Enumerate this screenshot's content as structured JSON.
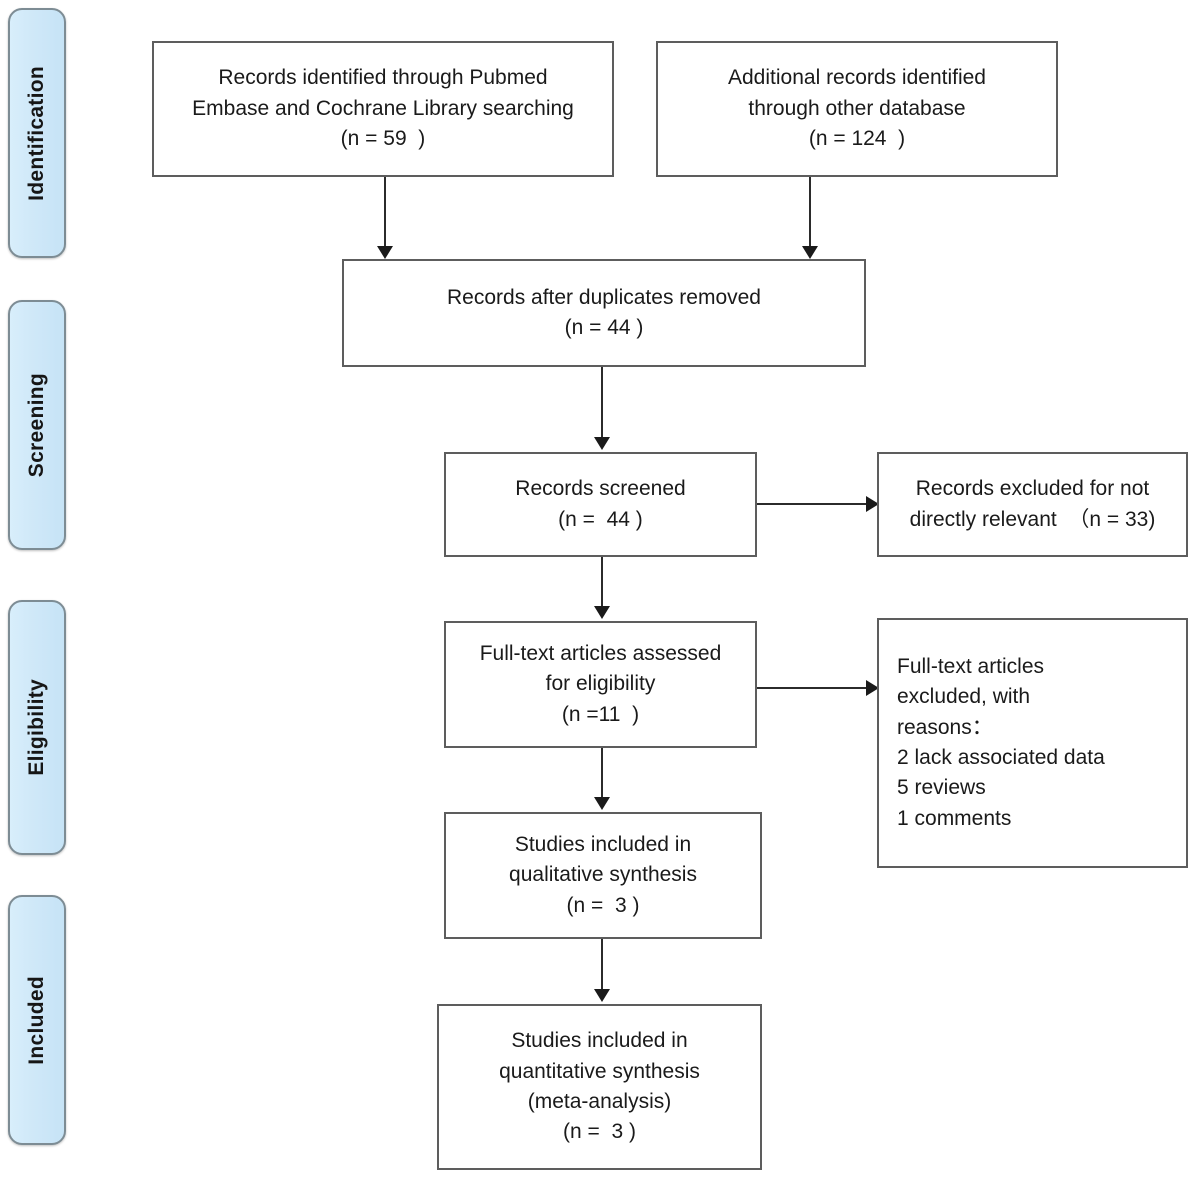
{
  "diagram": {
    "type": "prisma-flow-diagram",
    "stages": [
      {
        "id": "identification",
        "label": "Identification"
      },
      {
        "id": "screening",
        "label": "Screening"
      },
      {
        "id": "eligibility",
        "label": "Eligibility"
      },
      {
        "id": "included",
        "label": "Included"
      }
    ],
    "boxes": {
      "records_identified": {
        "lines": [
          "Records identified through Pubmed",
          "Embase and Cochrane Library searching",
          "(n = 59  )"
        ],
        "n": 59
      },
      "additional_records": {
        "lines": [
          "Additional records identified",
          "through other database",
          "(n = 124  )"
        ],
        "n": 124
      },
      "duplicates_removed": {
        "lines": [
          "Records after duplicates removed",
          "(n = 44 )"
        ],
        "n": 44
      },
      "records_screened": {
        "lines": [
          "Records screened",
          "(n =  44 )"
        ],
        "n": 44
      },
      "records_excluded": {
        "lines": [
          "Records excluded for not",
          "directly relevant  （n = 33)"
        ],
        "n": 33
      },
      "fulltext_assessed": {
        "lines": [
          "Full-text articles assessed",
          "for eligibility",
          "(n =11  )"
        ],
        "n": 11
      },
      "fulltext_excluded": {
        "lines": [
          "Full-text articles",
          "excluded, with",
          "reasons：",
          "2 lack associated data",
          "5 reviews",
          "1 comments"
        ],
        "reasons": [
          {
            "count": 2,
            "reason": "lack associated data"
          },
          {
            "count": 5,
            "reason": "reviews"
          },
          {
            "count": 1,
            "reason": "comments"
          }
        ]
      },
      "qualitative_synthesis": {
        "lines": [
          "Studies included in",
          "qualitative synthesis",
          "(n =  3 )"
        ],
        "n": 3
      },
      "quantitative_synthesis": {
        "lines": [
          "Studies included in",
          "quantitative synthesis",
          "(meta-analysis)",
          "(n =  3 )"
        ],
        "n": 3
      }
    },
    "colors": {
      "stage_fill": "#cfe8f8",
      "stage_border": "#7d8c94",
      "box_border": "#5d5d5d",
      "connector": "#2b2b2b",
      "text": "#1a1a1a",
      "background": "#ffffff"
    }
  }
}
